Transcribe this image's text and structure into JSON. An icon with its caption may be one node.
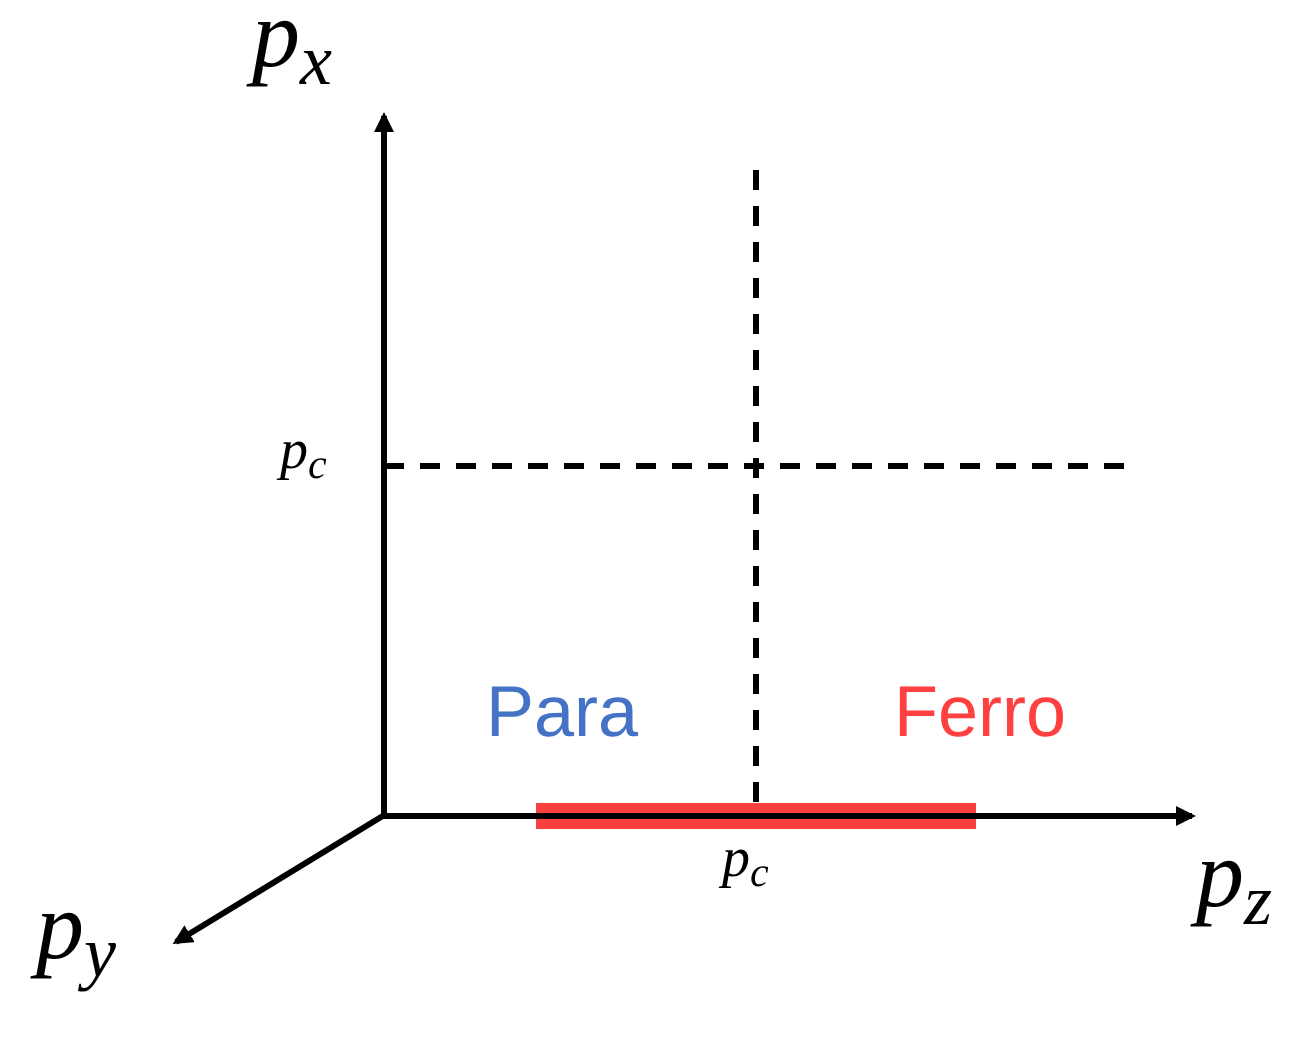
{
  "diagram": {
    "labels": [
      "p$_{x}$",
      "p$_{c}$",
      "Para",
      "Ferro",
      "p$_{c}$",
      "p$_{z}$",
      "p$_{y}$"
    ]
  }
}
